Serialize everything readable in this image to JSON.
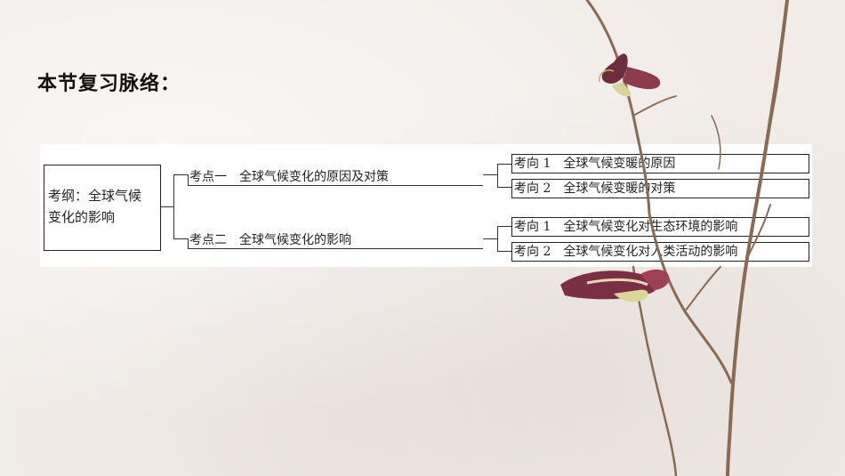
{
  "title": "本节复习脉络：",
  "root": {
    "line1": "考纲：全球气候",
    "line2": "变化的影响"
  },
  "points": [
    {
      "label": "考点一　全球气候变化的原因及对策",
      "directions": [
        "考向 1　全球气候变暖的原因",
        "考向 2　全球气候变暖的对策"
      ]
    },
    {
      "label": "考点二　全球气候变化的影响",
      "directions": [
        "考向 1　全球气候变化对生态环境的影响",
        "考向 2　全球气候变化对人类活动的影响"
      ]
    }
  ]
}
